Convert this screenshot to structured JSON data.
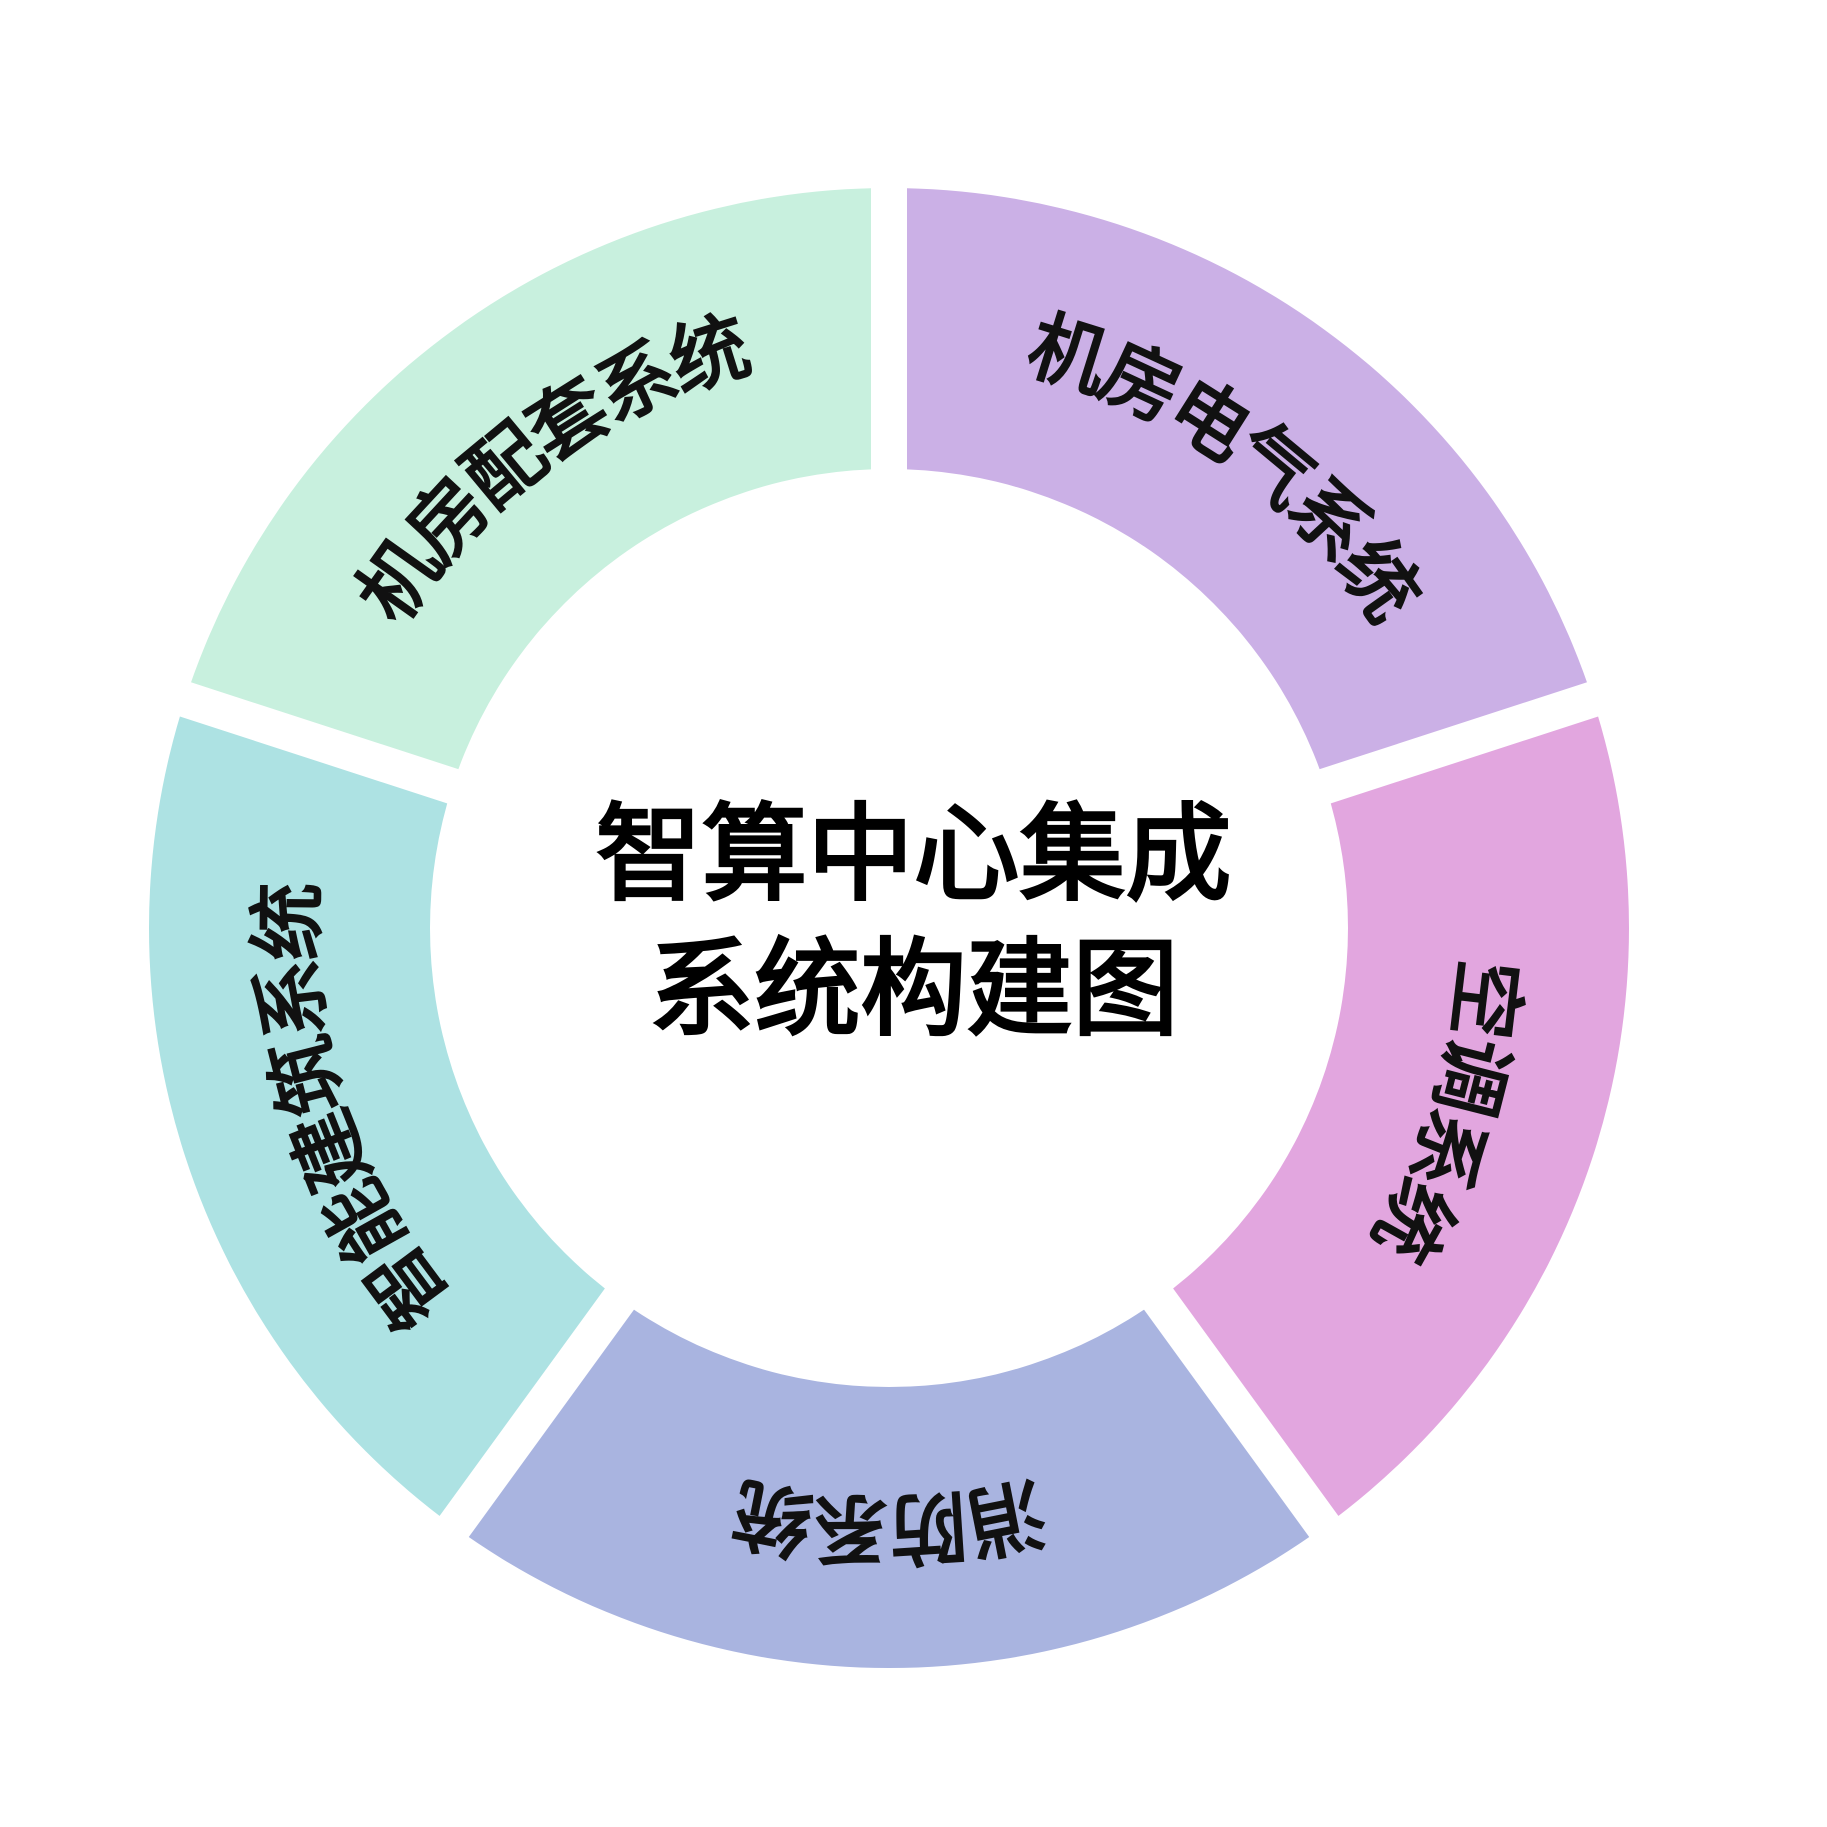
{
  "title": {
    "line1": "智算中心集成",
    "line2": "系统构建图"
  },
  "segments": [
    {
      "label": "机房电气系统",
      "color": "#CBB0E6"
    },
    {
      "label": "空调系统",
      "color": "#E2A6DF"
    },
    {
      "label": "消防系统",
      "color": "#A9B4E0"
    },
    {
      "label": "智能建筑系统",
      "color": "#ADE2E3"
    },
    {
      "label": "机房配套系统",
      "color": "#C8F0DE"
    }
  ]
}
